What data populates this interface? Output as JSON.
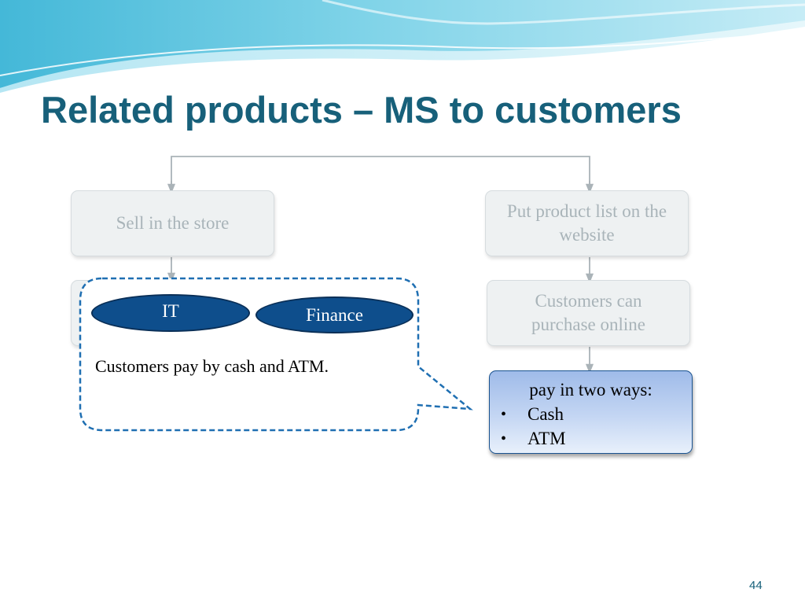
{
  "slide": {
    "title": "Related products – MS to customers",
    "page_number": "44"
  },
  "flow": {
    "left_top": "Sell in the store",
    "right_top": "Put product list on the website",
    "right_middle": "Customers can purchase online",
    "right_bottom": {
      "title": "pay in two ways:",
      "items": [
        "Cash",
        "ATM"
      ]
    }
  },
  "callout": {
    "text": "Customers pay by cash and ATM.",
    "tags": [
      "IT",
      "Finance"
    ]
  },
  "colors": {
    "title": "#17607a",
    "pill": "#0e4e8c",
    "callout_border": "#1f6fb2",
    "connector": "#aab3b8"
  },
  "icons": {
    "bullet": "•"
  }
}
